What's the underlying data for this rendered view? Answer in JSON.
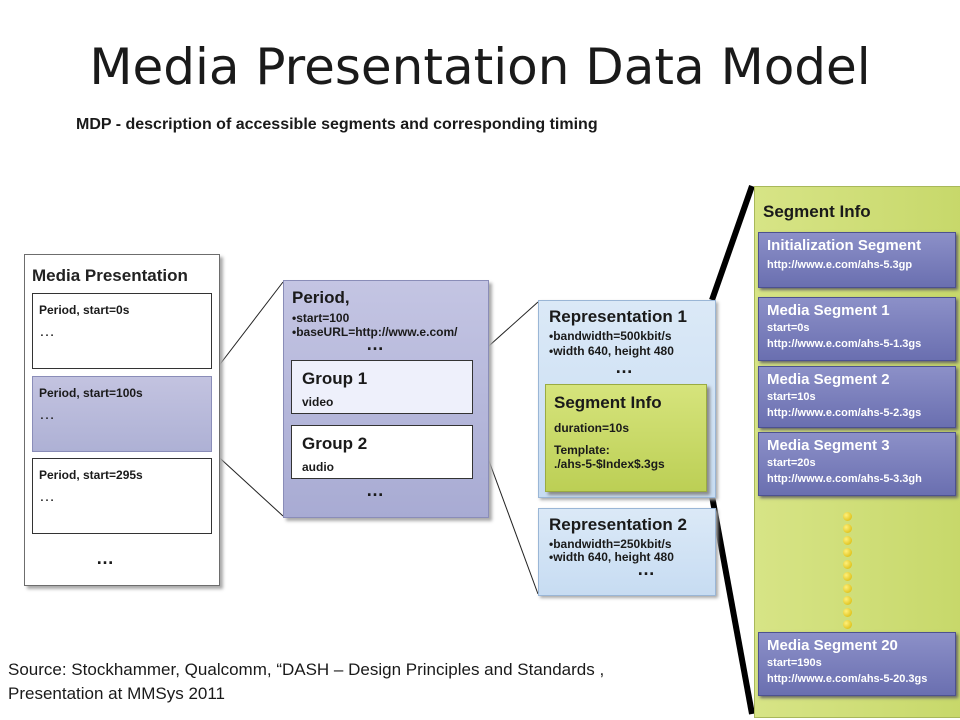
{
  "title": "Media Presentation Data Model",
  "subtitle": "MDP - description of accessible segments and corresponding timing",
  "source": "Source: Stockhammer, Qualcomm, “DASH – Design Principles and Standards , Presentation at MMSys 2011",
  "media_presentation": {
    "title": "Media Presentation",
    "periods": [
      {
        "label": "Period, start=0s",
        "dots": "…"
      },
      {
        "label": "Period, start=100s",
        "dots": "…"
      },
      {
        "label": "Period, start=295s",
        "dots": "…"
      }
    ],
    "more": "…"
  },
  "period_detail": {
    "title": "Period,",
    "lines": [
      "•start=100",
      "•baseURL=http://www.e.com/"
    ],
    "dots_top": "…",
    "dots_bottom": "…",
    "groups": [
      {
        "title": "Group 1",
        "sub": "video"
      },
      {
        "title": "Group 2",
        "sub": "audio"
      }
    ]
  },
  "representations": [
    {
      "title": "Representation 1",
      "lines": [
        "•bandwidth=500kbit/s",
        "•width 640, height 480"
      ],
      "dots": "…"
    },
    {
      "title": "Representation 2",
      "lines": [
        "•bandwidth=250kbit/s",
        "•width 640, height 480"
      ],
      "dots": "…"
    }
  ],
  "segment_info_small": {
    "title": "Segment Info",
    "duration": "duration=10s",
    "template_label": "Template:",
    "template_value": "./ahs-5-$Index$.3gs"
  },
  "segment_info": {
    "title": "Segment Info",
    "segments": [
      {
        "title": "Initialization Segment",
        "lines": [
          "http://www.e.com/ahs-5.3gp"
        ]
      },
      {
        "title": "Media Segment 1",
        "lines": [
          "start=0s",
          "http://www.e.com/ahs-5-1.3gs"
        ]
      },
      {
        "title": "Media Segment 2",
        "lines": [
          "start=10s",
          "http://www.e.com/ahs-5-2.3gs"
        ]
      },
      {
        "title": "Media Segment 3",
        "lines": [
          "start=20s",
          "http://www.e.com/ahs-5-3.3gh"
        ]
      },
      {
        "title": "Media Segment 20",
        "lines": [
          "start=190s",
          "http://www.e.com/ahs-5-20.3gs"
        ]
      }
    ]
  }
}
